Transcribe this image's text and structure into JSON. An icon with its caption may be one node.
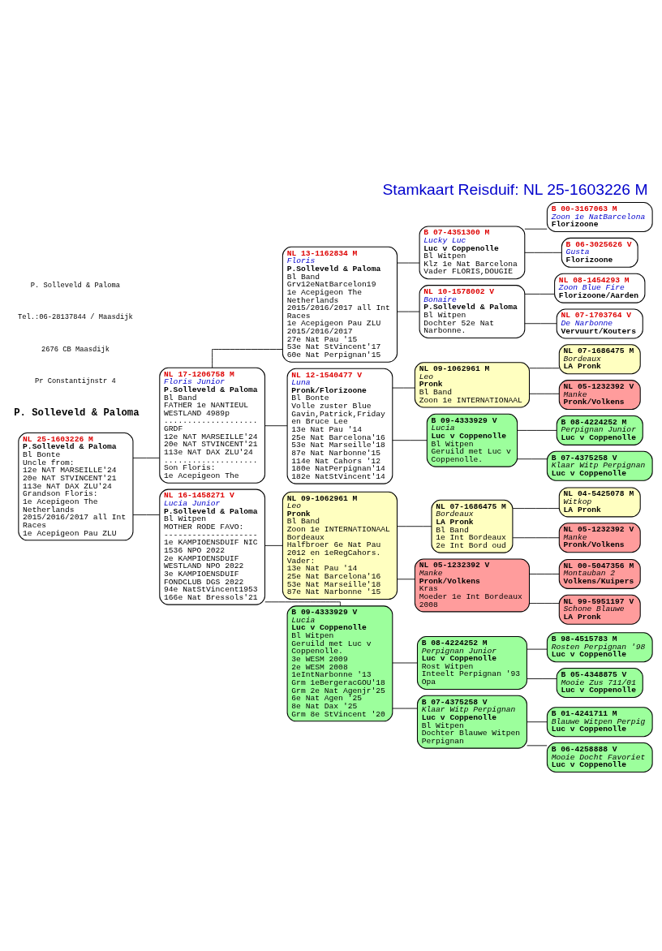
{
  "diagram": {
    "title": "Stamkaart Reisduif: NL 25-1603226 M",
    "nodes": [
      {
        "text": [
          "NL 25-1603226 M",
          "P.Solleveld & Paloma",
          "Bl Bonte",
          "Uncle from:",
          "12e NAT MARSEILLE'24",
          "20e NAT STVINCENT'21",
          "113e NAT DAX ZLU'24",
          "Grandson Floris:",
          "1e Acepigeon The Netherlands 2015/2016/2017 all Int Races",
          "1e Acepigeon Pau ZLU"
        ]
      },
      {
        "text": [
          "NL 17-1206758 M",
          "Floris Junior",
          "P.Solleveld & Paloma",
          "Bl Band",
          "FATHER 1e NANTIEUL WESTLAND 4989p",
          "....................",
          "GRDF",
          "12e NAT MARSEILLE'24",
          "20e NAT STVINCENT'21",
          "113e NAT DAX ZLU'24",
          "....................",
          "Son Floris:",
          "1e Acepigeon The"
        ]
      },
      {
        "text": [
          "NL 16-1458271 V",
          "Lucia Junior",
          "P.Solleveld & Paloma",
          "Bl Witpen",
          "MOTHER RODE FAVO:",
          "--------------------",
          "1e KAMPIOENSDUIF NIC 1536 NPO 2022",
          "2e KAMPIOENSDUIF WESTLAND NPO 2022",
          "3e KAMPIOENSDUIF FONDCLUB DGS 2022",
          "94e NatStVincent1953",
          "166e Nat Bressols'21"
        ]
      },
      {
        "text": [
          "NL 13-1162834 M",
          "Floris",
          "P.Solleveld & Paloma",
          "Bl Band",
          "Grv12eNatBarcelon19",
          "1e Acepigeon The Netherlands 2015/2016/2017 all Int Races",
          "1e Acepigeon Pau ZLU 2015/2016/2017",
          "27e Nat Pau '15",
          "53e Nat StVincent'17",
          "60e Nat Perpignan'15"
        ]
      },
      {
        "text": [
          "NL 12-1540477 V",
          "Luna",
          "Pronk/Florizoone",
          "Bl Bonte",
          "Volle zuster Blue Gavin,Patrick,Friday en Bruce Lee",
          "13e Nat Pau '14",
          "25e Nat Barcelona'16",
          "53e Nat Marseille'18",
          "87e Nat Narbonne'15",
          "114e Nat Cahors '12",
          "180e NatPerpignan'14",
          "182e NatStVincent'14"
        ]
      },
      {
        "text": [
          "NL 09-1062961 M",
          "Leo",
          "Pronk",
          "Bl Band",
          "Zoon 1e INTERNATIONAAL Bordeaux",
          "Halfbroer 6e Nat Pau 2012 en 1eRegCahors.",
          "Vader:",
          "13e Nat Pau '14",
          "25e Nat Barcelona'16",
          "53e Nat Marseille'18",
          "87e Nat Narbonne '15"
        ]
      },
      {
        "text": [
          "B 09-4333929 V",
          "Lucia",
          "Luc v Coppenolle",
          "Bl Witpen",
          "Geruild met Luc v Coppenolle.",
          "3e WESM 2009",
          "2e WESM 2008",
          "1eIntNarbonne '13",
          "Grm 1eBergeracGOU'18",
          "Grm 2e Nat Agenjr'25",
          "6e Nat Agen '25",
          "8e Nat Dax '25",
          "Grm 8e StVincent '20"
        ]
      },
      {
        "text": [
          "B 07-4351300 M",
          "Lucky Luc",
          "Luc v Coppenolle",
          "Bl Witpen",
          "Klz 1e Nat Barcelona",
          "Vader FLORIS,DOUGIE"
        ]
      },
      {
        "text": [
          "NL 10-1578002 V",
          "Bonaire",
          "P.Solleveld & Paloma",
          "Bl Witpen",
          "Dochter 52e Nat Narbonne."
        ]
      },
      {
        "text": [
          "NL 09-1062961 M",
          "Leo",
          "Pronk",
          "Bl Band",
          "Zoon 1e INTERNATIONAAL"
        ]
      },
      {
        "text": [
          "B 09-4333929 V",
          "Lucia",
          "Luc v Coppenolle",
          "Bl Witpen",
          "Geruild met Luc v Coppenolle."
        ]
      },
      {
        "text": [
          "NL 07-1686475 M",
          "Bordeaux",
          "LA Pronk",
          "Bl Band",
          "1e Int Bordeaux",
          "2e Int Bord oud"
        ]
      },
      {
        "text": [
          "NL 05-1232392 V",
          "Manke",
          "Pronk/Volkens",
          "Kras",
          "Moeder 1e Int Bordeaux 2008"
        ]
      },
      {
        "text": [
          "B 08-4224252 M",
          "Perpignan Junior",
          "Luc v Coppenolle",
          "Rost Witpen",
          "Inteelt Perpignan '93 Opa"
        ]
      },
      {
        "text": [
          "B 07-4375258 V",
          "Klaar Witp Perpignan",
          "Luc v Coppenolle",
          "Bl Witpen",
          "Dochter Blauwe Witpen Perpignan"
        ]
      },
      {
        "text": [
          "B 00-3167063 M",
          "Zoon 1e NatBarcelona",
          "Florizoone"
        ]
      },
      {
        "text": [
          "B 06-3025626 V",
          "Gusta",
          "Florizoone"
        ]
      },
      {
        "text": [
          "NL 08-1454293 M",
          "Zoon Blue Fire",
          "Florizoone/Aarden"
        ]
      },
      {
        "text": [
          "NL 07-1703764 V",
          "De Narbonne",
          "Vervuurt/Kouters"
        ]
      },
      {
        "text": [
          "NL 07-1686475 M",
          "Bordeaux",
          "LA Pronk"
        ]
      },
      {
        "text": [
          "NL 05-1232392 V",
          "Manke",
          "Pronk/Volkens"
        ]
      },
      {
        "text": [
          "B 08-4224252 M",
          "Perpignan Junior",
          "Luc v Coppenolle"
        ]
      },
      {
        "text": [
          "B 07-4375258 V",
          "Klaar Witp Perpignan",
          "Luc v Coppenolle"
        ]
      },
      {
        "text": [
          "NL 04-5425078 M",
          "Witkop",
          "LA Pronk"
        ]
      },
      {
        "text": [
          "NL 05-1232392 V",
          "Manke",
          "Pronk/Volkens"
        ]
      },
      {
        "text": [
          "NL 00-5047356 M",
          "Montauban 2",
          "Volkens/Kuipers"
        ]
      },
      {
        "text": [
          "NL 99-5951197 V",
          "Schone Blauwe",
          "LA Pronk"
        ]
      },
      {
        "text": [
          "B 98-4515783 M",
          "Rosten Perpignan '98",
          "Luc v Coppenolle"
        ]
      },
      {
        "text": [
          "B 05-4348875 V",
          "Mooie Zus 711/01",
          "Luc v Coppenolle"
        ]
      },
      {
        "text": [
          "B 01-4241711 M",
          "Blauwe Witpen Perpig",
          "Luc v Coppenolle"
        ]
      },
      {
        "text": [
          "B 06-4258888 V",
          "Mooie Docht Favoriet",
          "Luc v Coppenolle"
        ]
      }
    ],
    "edges": [
      {
        "from": 0,
        "to": 1,
        "arrow": "none"
      },
      {
        "from": 0,
        "to": 2,
        "arrow": "none"
      },
      {
        "from": 1,
        "to": 3,
        "arrow": "none"
      },
      {
        "from": 1,
        "to": 4,
        "arrow": "none"
      },
      {
        "from": 2,
        "to": 5,
        "arrow": "none"
      },
      {
        "from": 2,
        "to": 6,
        "arrow": "none"
      },
      {
        "from": 3,
        "to": 7,
        "arrow": "none"
      },
      {
        "from": 3,
        "to": 8,
        "arrow": "none"
      },
      {
        "from": 4,
        "to": 9,
        "arrow": "none"
      },
      {
        "from": 4,
        "to": 10,
        "arrow": "none"
      },
      {
        "from": 5,
        "to": 11,
        "arrow": "none"
      },
      {
        "from": 5,
        "to": 12,
        "arrow": "none"
      },
      {
        "from": 6,
        "to": 13,
        "arrow": "none"
      },
      {
        "from": 6,
        "to": 14,
        "arrow": "none"
      },
      {
        "from": 7,
        "to": 15,
        "arrow": "none"
      },
      {
        "from": 7,
        "to": 16,
        "arrow": "none"
      },
      {
        "from": 8,
        "to": 17,
        "arrow": "none"
      },
      {
        "from": 8,
        "to": 18,
        "arrow": "none"
      },
      {
        "from": 9,
        "to": 19,
        "arrow": "none"
      },
      {
        "from": 9,
        "to": 20,
        "arrow": "none"
      },
      {
        "from": 10,
        "to": 21,
        "arrow": "none"
      },
      {
        "from": 10,
        "to": 22,
        "arrow": "none"
      },
      {
        "from": 11,
        "to": 23,
        "arrow": "none"
      },
      {
        "from": 11,
        "to": 24,
        "arrow": "none"
      },
      {
        "from": 12,
        "to": 25,
        "arrow": "none"
      },
      {
        "from": 12,
        "to": 26,
        "arrow": "none"
      },
      {
        "from": 13,
        "to": 27,
        "arrow": "none"
      },
      {
        "from": 13,
        "to": 28,
        "arrow": "none"
      },
      {
        "from": 14,
        "to": 29,
        "arrow": "none"
      },
      {
        "from": 14,
        "to": 30,
        "arrow": "none"
      }
    ],
    "labels": [
      "P. Solleveld & Paloma",
      "Pr Constantijnstr 4",
      "2676 CB Maasdijk",
      "Tel.:06-28137844 / Maasdijk",
      "P. Solleveld & Paloma"
    ]
  }
}
